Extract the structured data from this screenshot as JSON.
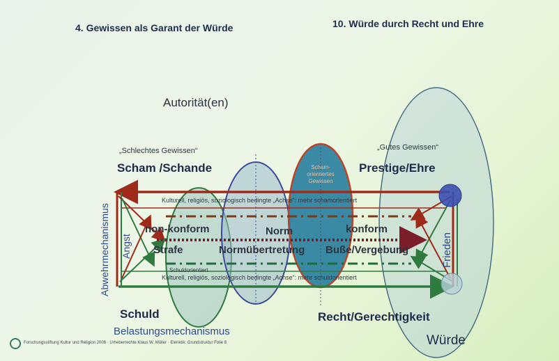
{
  "header": {
    "left_title": "4. Gewissen als Garant der Würde",
    "right_title": "10. Würde durch Recht und Ehre"
  },
  "labels": {
    "authority": "Autorität(en)",
    "bad_conscience": "„Schlechtes Gewissen“",
    "good_conscience": "„Gutes Gewissen“",
    "shame": "Scham /Schande",
    "prestige": "Prestige/Ehre",
    "guilt": "Schuld",
    "justice": "Recht/Gerechtigkeit",
    "dignity": "Würde",
    "burden_mechanism": "Belastungsmechanismus",
    "defense_mechanism": "Abwehrmechanismus",
    "fear": "Angst",
    "peace": "Frieden",
    "axis_shame": "Kulturell, religiös, soziologisch bedingte „Achse“: mehr schamorientiert",
    "axis_guilt": "Kulturell, religiös, soziologisch bedingte „Achse“: mehr schuldorientiert",
    "non_conform": "non-konform",
    "conform": "konform",
    "norm": "Norm",
    "punishment": "Strafe",
    "norm_violation": "Normübertretung",
    "penance": "Buße/Vergebung",
    "shame_oriented_note": "Scham-orientiertes Gewissen",
    "guilt_oriented_note": "Schuldorientiert",
    "footer": "Forschungsstiftung Kultur und Religion 2006 · Urheberrechte Klaus W. Müller · Elenktik: Grundstruktur Folie 8"
  },
  "colors": {
    "frame_red": "#a02a1a",
    "frame_green": "#2f7a3f",
    "dash_brown": "#7a3a1a",
    "dash_green": "#1f6a3a",
    "dotted_maroon": "#7a1f2a",
    "oval_blue": "#3a4a9a",
    "oval_teal": "#2a7fa0",
    "oval_red": "#b8452a",
    "dot_blue": "#3a4fb0"
  }
}
